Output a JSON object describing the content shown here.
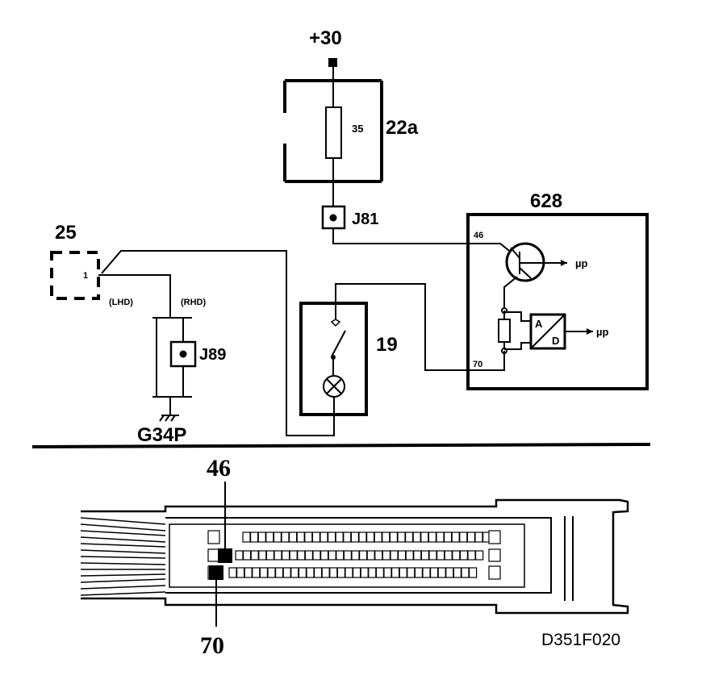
{
  "supply": {
    "label": "+30"
  },
  "fuse_box": {
    "id": "22a",
    "rating": "35"
  },
  "connectors": {
    "j81": "J81",
    "j89": "J89"
  },
  "component_25": {
    "id": "25",
    "pin": "1"
  },
  "variants": {
    "lhd": "(LHD)",
    "rhd": "(RHD)"
  },
  "ground": {
    "id": "G34P"
  },
  "ecu": {
    "id": "628",
    "pin_a": "46",
    "pin_b": "70",
    "out_top": "µp",
    "out_bottom": "µp",
    "adc_top": "A",
    "adc_bottom": "D"
  },
  "switch_19": {
    "id": "19"
  },
  "plug": {
    "pin_top": "46",
    "pin_bottom": "70"
  },
  "drawing_code": "D351F020"
}
